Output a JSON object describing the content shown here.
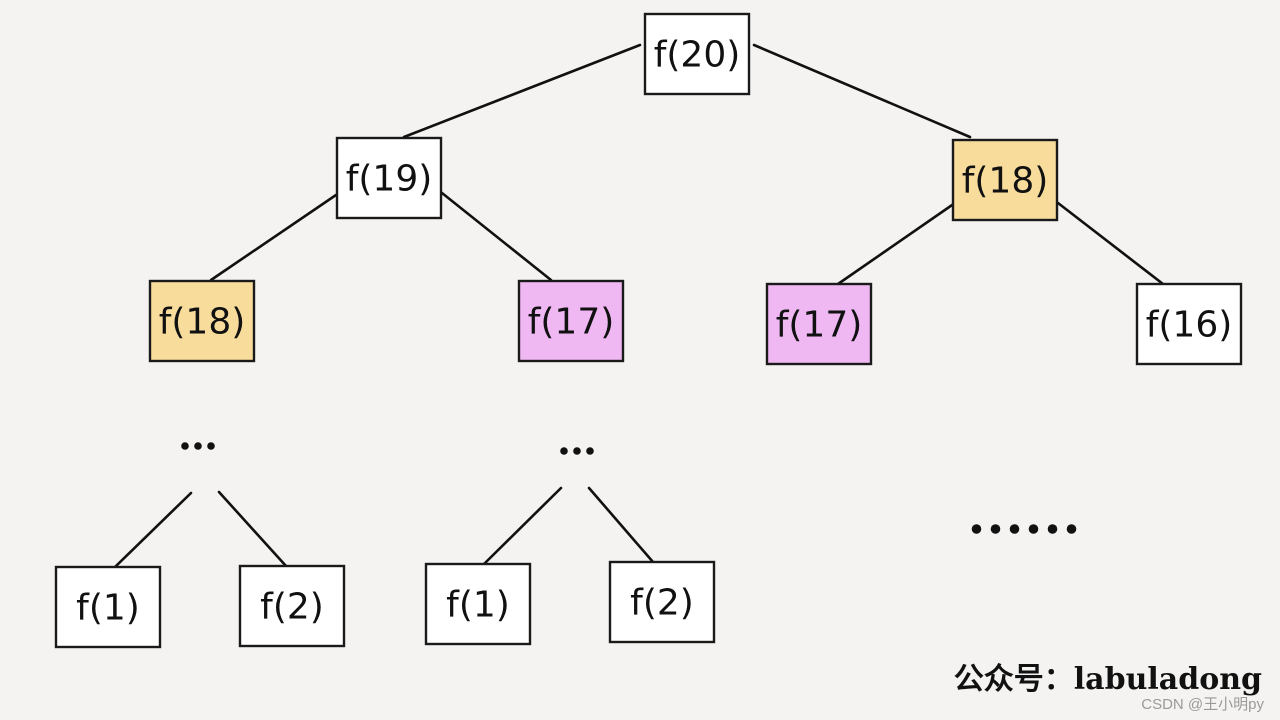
{
  "nodes": [
    {
      "id": "n20",
      "label": "f(20)",
      "fill": "#ffffff"
    },
    {
      "id": "n19",
      "label": "f(19)",
      "fill": "#ffffff"
    },
    {
      "id": "n18r",
      "label": "f(18)",
      "fill": "#f8dc9b"
    },
    {
      "id": "n18l",
      "label": "f(18)",
      "fill": "#f8dc9b"
    },
    {
      "id": "n17l",
      "label": "f(17)",
      "fill": "#f0b8f3"
    },
    {
      "id": "n17r",
      "label": "f(17)",
      "fill": "#f0b8f3"
    },
    {
      "id": "n16",
      "label": "f(16)",
      "fill": "#ffffff"
    },
    {
      "id": "a1",
      "label": "f(1)",
      "fill": "#ffffff"
    },
    {
      "id": "a2",
      "label": "f(2)",
      "fill": "#ffffff"
    },
    {
      "id": "b1",
      "label": "f(1)",
      "fill": "#ffffff"
    },
    {
      "id": "b2",
      "label": "f(2)",
      "fill": "#ffffff"
    }
  ],
  "edges": [
    [
      "n20",
      "n19"
    ],
    [
      "n20",
      "n18r"
    ],
    [
      "n19",
      "n18l"
    ],
    [
      "n19",
      "n17l"
    ],
    [
      "n18r",
      "n17r"
    ],
    [
      "n18r",
      "n16"
    ],
    [
      "e1",
      "a1"
    ],
    [
      "e1",
      "a2"
    ],
    [
      "e2",
      "b1"
    ],
    [
      "e2",
      "b2"
    ]
  ],
  "ellipses": [
    {
      "id": "e1",
      "dots": 3
    },
    {
      "id": "e2",
      "dots": 3
    },
    {
      "id": "e3",
      "dots": 6
    }
  ],
  "colors": {
    "memo_hit": "#f8dc9b",
    "memo_repeat": "#f0b8f3"
  },
  "credit": "公众号：labuladong",
  "watermark": "CSDN @王小明py"
}
